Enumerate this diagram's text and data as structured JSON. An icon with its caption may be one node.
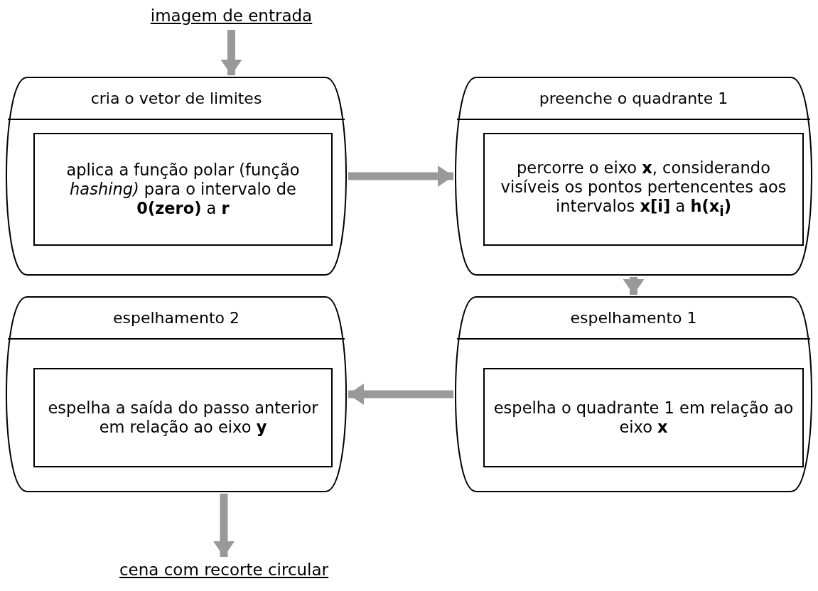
{
  "diagram": {
    "nodes": [
      {
        "text": [
          "imagem de entrada"
        ]
      },
      {
        "text": [
          "cria o vetor de limites"
        ]
      },
      {
        "text": [
          "aplica a função polar (função *hashing)* para o intervalo de **0(zero)** a **r**"
        ],
        "in": 1
      },
      {
        "text": [
          "preenche o quadrante 1"
        ]
      },
      {
        "text": [
          "percorre o eixo **x**, considerando visíveis os pontos pertencentes aos intervalos **x[i]** a **h(x$_{i}$)**"
        ],
        "in": 3
      },
      {
        "text": [
          "espelhamento 2"
        ]
      },
      {
        "text": [
          "espelha a saída do passo anterior em relação ao eixo **y**"
        ],
        "in": 5
      },
      {
        "text": [
          "espelhamento 1"
        ]
      },
      {
        "text": [
          "espelha o quadrante 1 em relação ao eixo **x**"
        ],
        "in": 7
      },
      {
        "text": [
          "cena com recorte circular"
        ]
      }
    ],
    "edges": [
      {
        "from": 0,
        "to": 1,
        "arrow": "to"
      },
      {
        "from": 1,
        "to": 3,
        "arrow": "to"
      },
      {
        "from": 3,
        "to": 7,
        "arrow": "to"
      },
      {
        "from": 7,
        "to": 5,
        "arrow": "to"
      },
      {
        "from": 5,
        "to": 9,
        "arrow": "to"
      }
    ]
  }
}
